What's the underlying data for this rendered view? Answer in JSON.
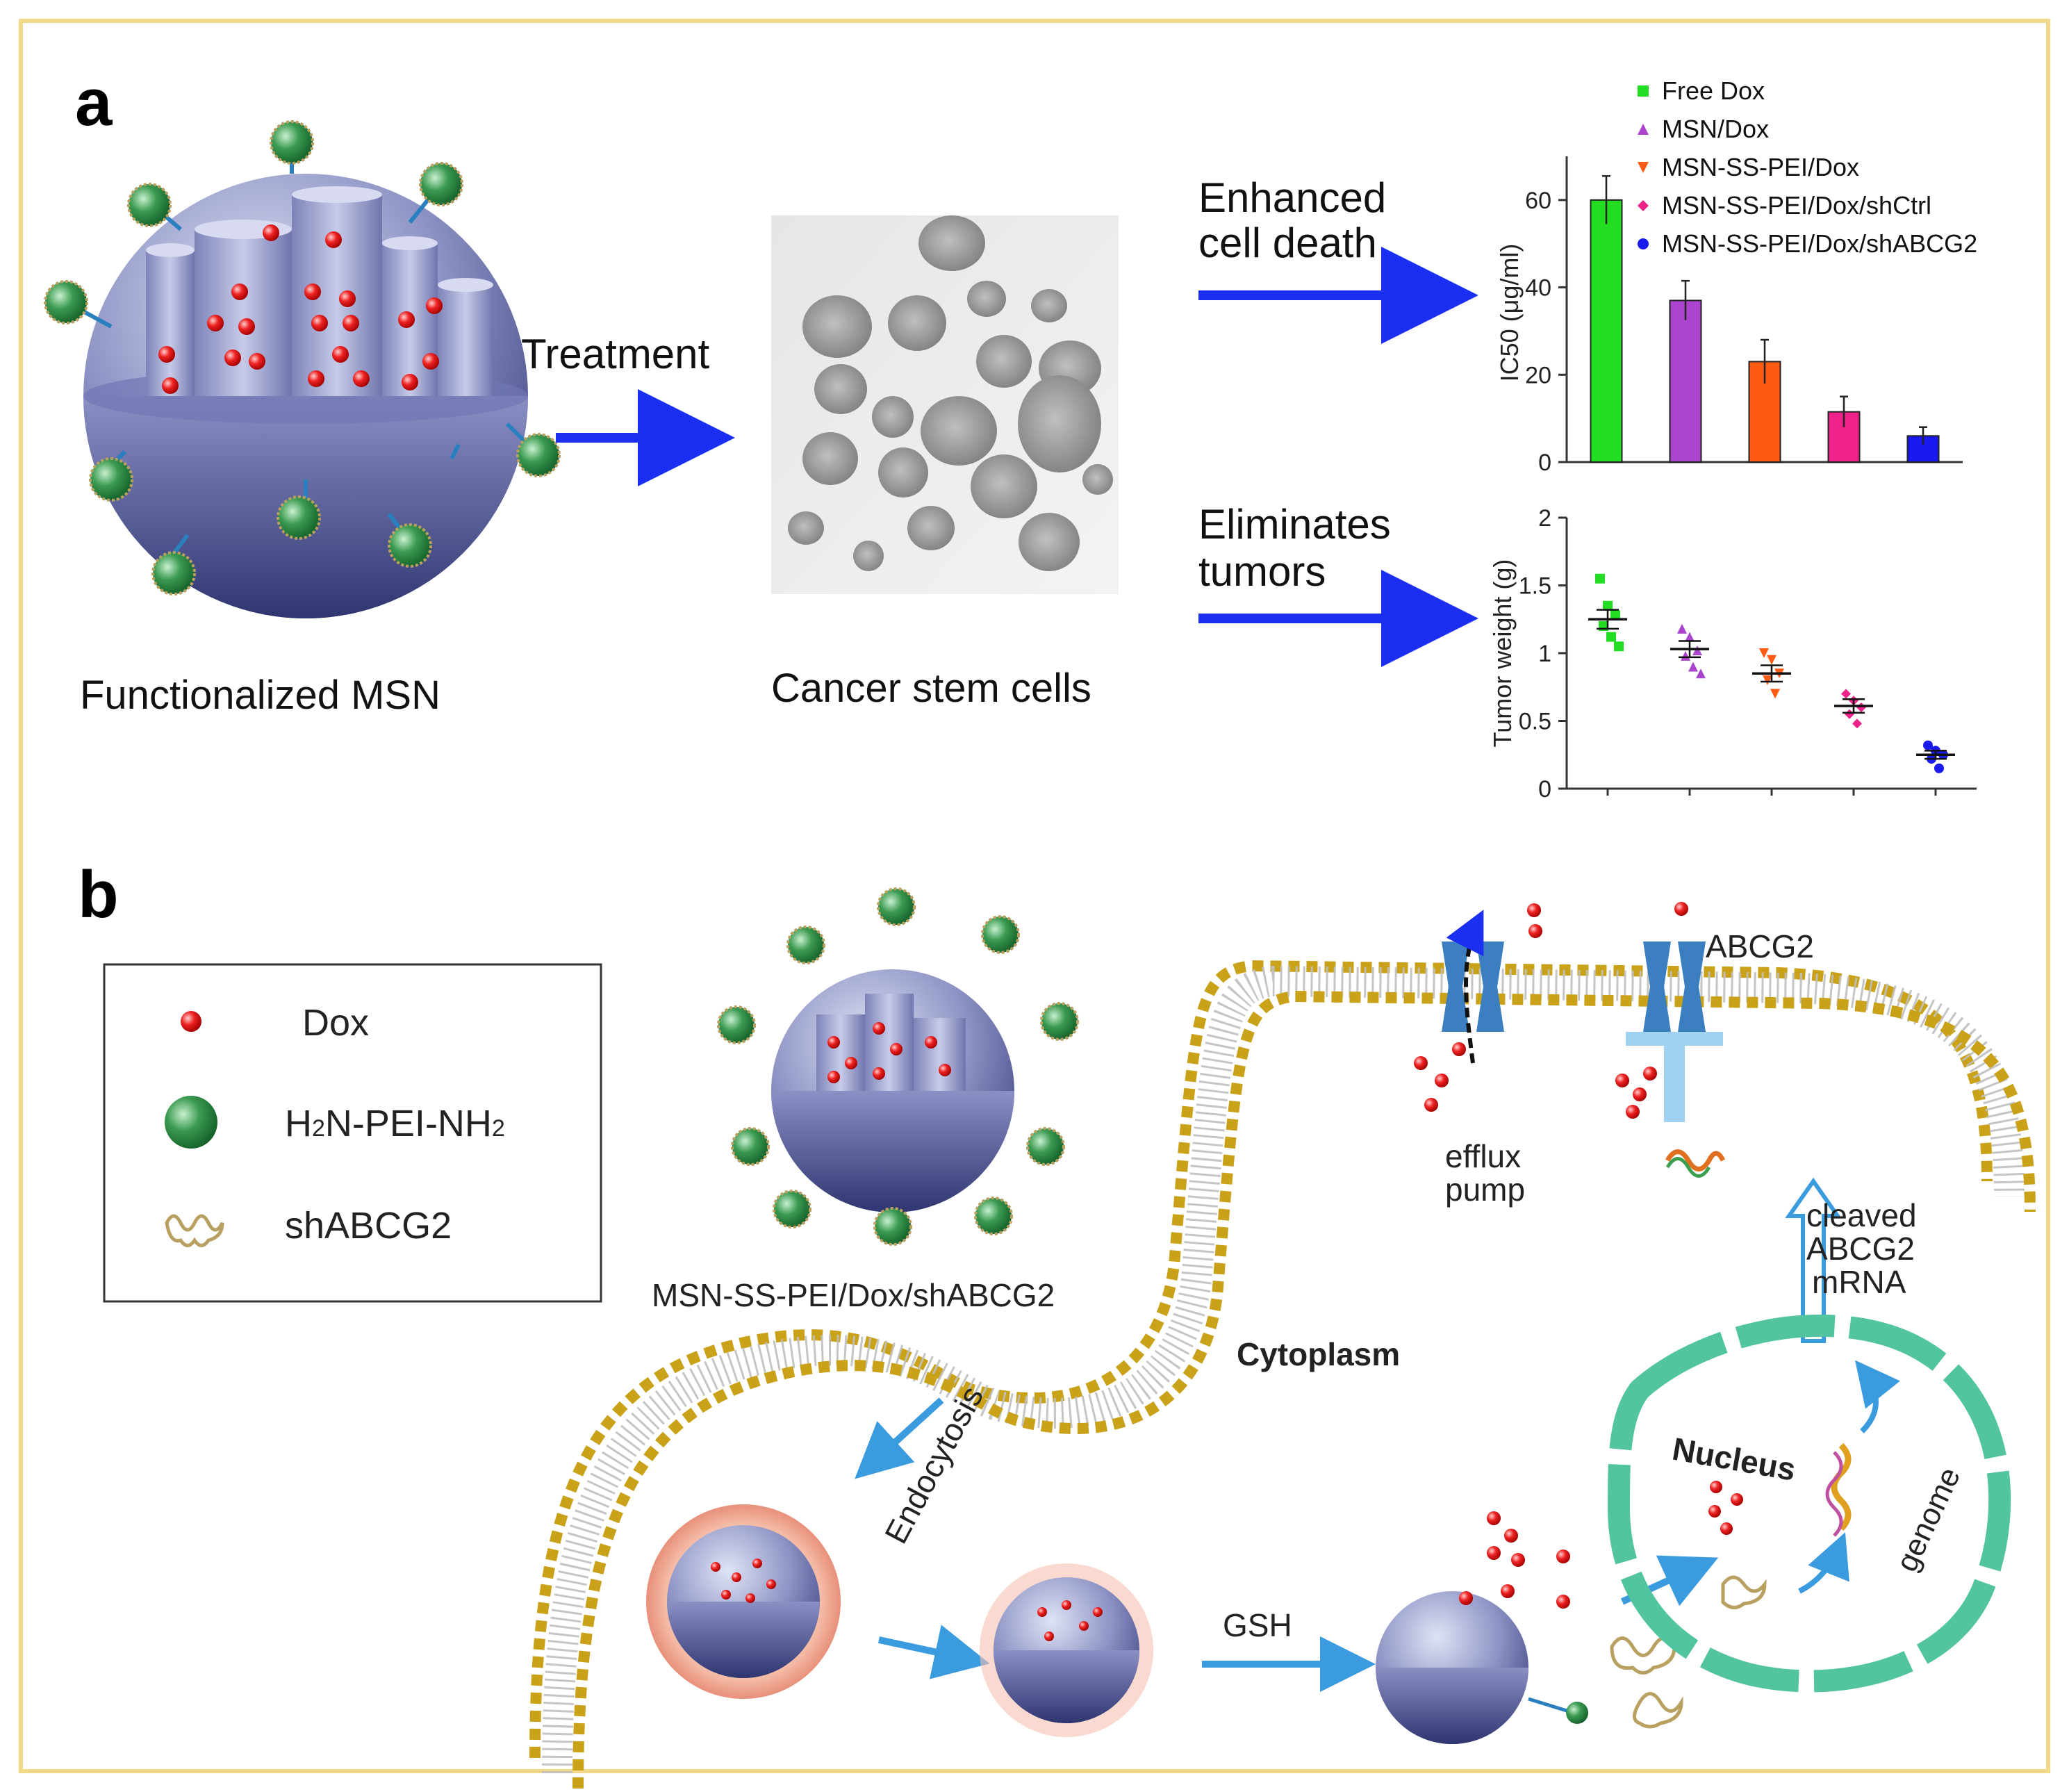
{
  "panel_a": {
    "label": "a",
    "treatment_label": "Treatment",
    "msn_caption": "Functionalized MSN",
    "cells_caption": "Cancer stem cells",
    "arrow1_label_line1": "Enhanced",
    "arrow1_label_line2": "cell death",
    "arrow2_label_line1": "Eliminates",
    "arrow2_label_line2": "tumors"
  },
  "legend_series": [
    {
      "name": "Free Dox",
      "color": "#22dd22",
      "marker": "square"
    },
    {
      "name": "MSN/Dox",
      "color": "#aa44cc",
      "marker": "triangle"
    },
    {
      "name": "MSN-SS-PEI/Dox",
      "color": "#ff5a14",
      "marker": "triangle-down"
    },
    {
      "name": "MSN-SS-PEI/Dox/shCtrl",
      "color": "#ee2288",
      "marker": "diamond"
    },
    {
      "name": "MSN-SS-PEI/Dox/shABCG2",
      "color": "#1a1aee",
      "marker": "circle"
    }
  ],
  "chart_data": [
    {
      "type": "bar",
      "ylabel": "IC50 (μg/ml)",
      "ylim": [
        0,
        70
      ],
      "yticks": [
        "0",
        "20",
        "40",
        "60"
      ],
      "series": [
        {
          "name": "Free Dox",
          "value": 60,
          "error": 5.5
        },
        {
          "name": "MSN/Dox",
          "value": 37,
          "error": 4.5
        },
        {
          "name": "MSN-SS-PEI/Dox",
          "value": 23,
          "error": 5
        },
        {
          "name": "MSN-SS-PEI/Dox/shCtrl",
          "value": 11.5,
          "error": 3.5
        },
        {
          "name": "MSN-SS-PEI/Dox/shABCG2",
          "value": 6,
          "error": 2
        }
      ]
    },
    {
      "type": "scatter",
      "ylabel": "Tumor weight (g)",
      "ylim": [
        0,
        2
      ],
      "yticks": [
        "0",
        "0.5",
        "1",
        "1.5",
        "2"
      ],
      "series": [
        {
          "name": "Free Dox",
          "mean": 1.25,
          "sem": 0.07,
          "points": [
            1.55,
            1.35,
            1.28,
            1.2,
            1.12,
            1.05
          ]
        },
        {
          "name": "MSN/Dox",
          "mean": 1.03,
          "sem": 0.06,
          "points": [
            1.18,
            1.12,
            1.02,
            0.98,
            0.9,
            0.85
          ]
        },
        {
          "name": "MSN-SS-PEI/Dox",
          "mean": 0.85,
          "sem": 0.06,
          "points": [
            1.0,
            0.95,
            0.85,
            0.8,
            0.7
          ]
        },
        {
          "name": "MSN-SS-PEI/Dox/shCtrl",
          "mean": 0.61,
          "sem": 0.05,
          "points": [
            0.7,
            0.65,
            0.6,
            0.55,
            0.48
          ]
        },
        {
          "name": "MSN-SS-PEI/Dox/shABCG2",
          "mean": 0.25,
          "sem": 0.03,
          "points": [
            0.32,
            0.28,
            0.25,
            0.22,
            0.15
          ]
        }
      ]
    }
  ],
  "panel_b": {
    "label": "b",
    "legend": {
      "dox": "Dox",
      "pei_a": "H",
      "pei_b": "2",
      "pei_c": "N-PEI-NH",
      "pei_d": "2",
      "sh": "shABCG2"
    },
    "nanoparticle_caption": "MSN-SS-PEI/Dox/shABCG2",
    "efflux_line1": "efflux",
    "efflux_line2": "pump",
    "abcg2_label": "ABCG2",
    "cleaved_line1": "cleaved",
    "cleaved_line2": "ABCG2",
    "cleaved_line3": "mRNA",
    "cytoplasm_label": "Cytoplasm",
    "endocytosis_label": "Endocytosis",
    "nucleus_label": "Nucleus",
    "genome_label": "genome",
    "gsh_label": "GSH"
  }
}
